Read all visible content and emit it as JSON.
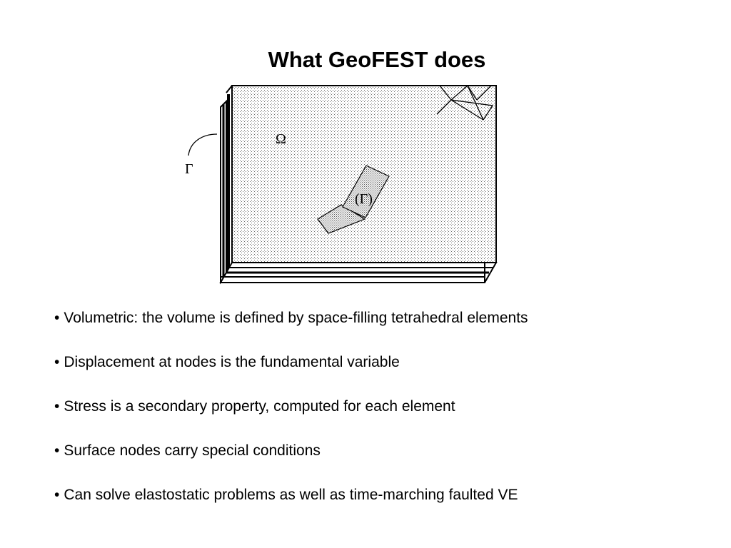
{
  "slide": {
    "title": "What GeoFEST does"
  },
  "figure": {
    "labels": {
      "omega": "Ω",
      "gamma": "Γ",
      "fault": "(Γ)"
    }
  },
  "bullets": [
    {
      "marker": "•",
      "text": "Volumetric: the volume is defined by space-filling tetrahedral elements"
    },
    {
      "marker": "•",
      "text": "Displacement at nodes is the fundamental variable"
    },
    {
      "marker": "•",
      "text": "Stress is a secondary property, computed for each element"
    },
    {
      "marker": "•",
      "text": "Surface nodes carry special conditions"
    },
    {
      "marker": "•",
      "text": "Can solve elastostatic problems as well as time-marching faulted VE"
    }
  ]
}
